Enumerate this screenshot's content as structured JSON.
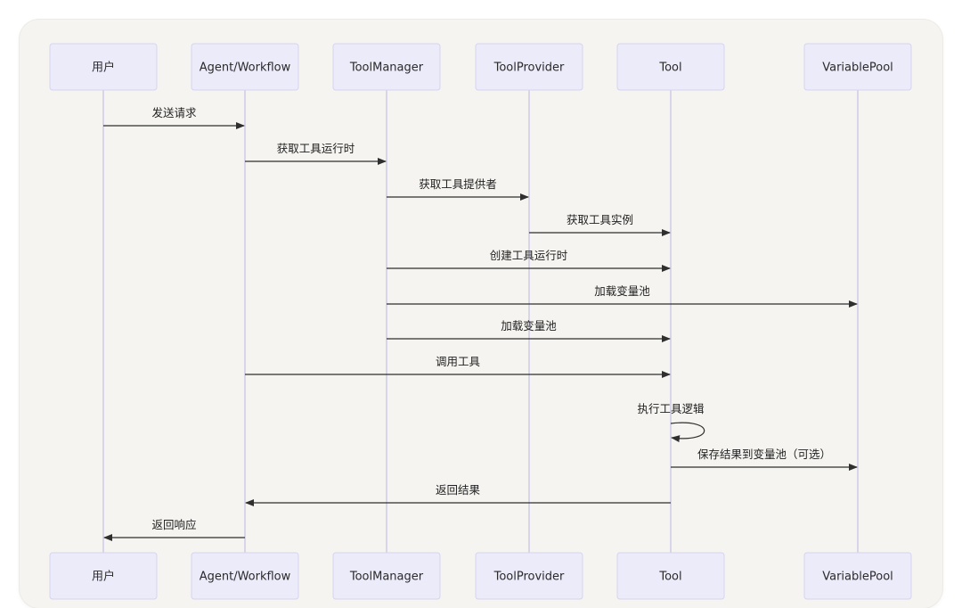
{
  "participants": [
    {
      "id": "user",
      "label": "用户"
    },
    {
      "id": "agent",
      "label": "Agent/Workflow"
    },
    {
      "id": "manager",
      "label": "ToolManager"
    },
    {
      "id": "provider",
      "label": "ToolProvider"
    },
    {
      "id": "tool",
      "label": "Tool"
    },
    {
      "id": "pool",
      "label": "VariablePool"
    }
  ],
  "messages": [
    {
      "from": "user",
      "to": "agent",
      "label": "发送请求"
    },
    {
      "from": "agent",
      "to": "manager",
      "label": "获取工具运行时"
    },
    {
      "from": "manager",
      "to": "provider",
      "label": "获取工具提供者"
    },
    {
      "from": "provider",
      "to": "tool",
      "label": "获取工具实例"
    },
    {
      "from": "manager",
      "to": "tool",
      "label": "创建工具运行时"
    },
    {
      "from": "manager",
      "to": "pool",
      "label": "加载变量池"
    },
    {
      "from": "manager",
      "to": "tool",
      "label": "加载变量池"
    },
    {
      "from": "agent",
      "to": "tool",
      "label": "调用工具"
    },
    {
      "from": "tool",
      "to": "tool",
      "label": "执行工具逻辑"
    },
    {
      "from": "tool",
      "to": "pool",
      "label": "保存结果到变量池（可选）"
    },
    {
      "from": "tool",
      "to": "agent",
      "label": "返回结果"
    },
    {
      "from": "agent",
      "to": "user",
      "label": "返回响应"
    }
  ]
}
